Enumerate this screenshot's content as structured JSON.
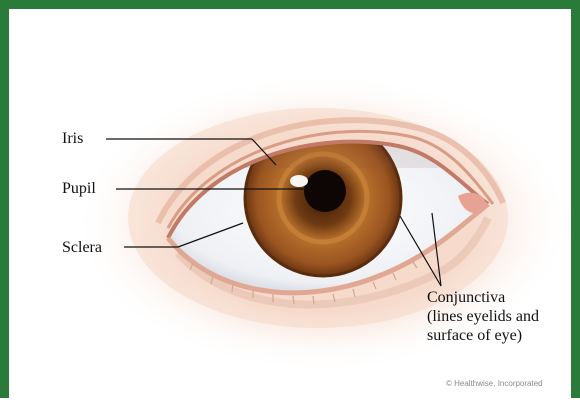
{
  "labels": {
    "iris": "Iris",
    "pupil": "Pupil",
    "sclera": "Sclera",
    "conjunctiva_lines": [
      "Conjunctiva",
      "(lines eyelids and",
      "surface of eye)"
    ]
  },
  "credit": "© Healthwise, Incorporated",
  "colors": {
    "frame": "#2a7a3a",
    "iris": "#9a5420",
    "skin": "#f3d6c6"
  }
}
